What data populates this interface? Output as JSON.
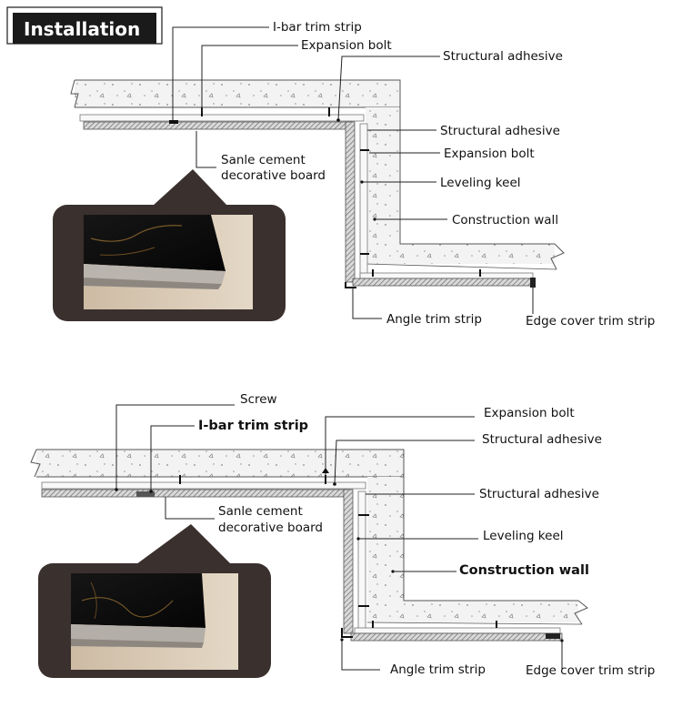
{
  "title": "Installation",
  "diagram1": {
    "labels": {
      "ibar": "I-bar trim strip",
      "expansion_bolt_top": "Expansion bolt",
      "structural_adhesive_top": "Structural adhesive",
      "structural_adhesive_right": "Structural adhesive",
      "expansion_bolt_right": "Expansion bolt",
      "leveling_keel": "Leveling keel",
      "construction_wall": "Construction wall",
      "board_line1": "Sanle cement",
      "board_line2": "decorative board",
      "angle_trim": "Angle trim strip",
      "edge_cover": "Edge cover trim strip"
    }
  },
  "diagram2": {
    "labels": {
      "screw": "Screw",
      "ibar": "I-bar trim strip",
      "expansion_bolt": "Expansion bolt",
      "structural_adhesive_top": "Structural adhesive",
      "structural_adhesive_right": "Structural adhesive",
      "leveling_keel": "Leveling keel",
      "construction_wall": "Construction wall",
      "board_line1": "Sanle cement",
      "board_line2": "decorative board",
      "angle_trim": "Angle trim strip",
      "edge_cover": "Edge cover trim strip"
    }
  },
  "colors": {
    "title_bg": "#1a1a1a",
    "callout_bg": "#3a302d",
    "board_hatch": "#8a8a8a",
    "concrete": "#f4f4f4",
    "line": "#444444"
  }
}
